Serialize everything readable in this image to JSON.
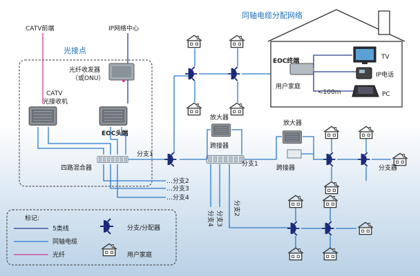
{
  "diagram": {
    "title": "同轴电缆分配网络",
    "labels": {
      "catv_head": "CATV前端",
      "ip_center": "IP网络中心",
      "optical_node": "光接点",
      "fiber_transceiver": "光纤收发器",
      "or_onu": "（或ONU）",
      "catv": "CATV",
      "optical_receiver": "光接收机",
      "eoc_head": "EOC头端",
      "mixer": "四路混合器",
      "amp1": "放大器",
      "amp2": "放大器",
      "bridger1": "跨接器",
      "bridger2": "跨接器",
      "eoc_terminal": "EOC终端",
      "user_home": "用户家庭",
      "tv": "TV",
      "ip_phone": "IP电话",
      "pc": "PC",
      "distance": "<100m",
      "branch1_left": "分支1",
      "branch1_mid": "分支1",
      "branch2": "…分支2",
      "branch3": "…分支3",
      "branch4": "…分支4",
      "vbranch2": "分支2",
      "vbranch3": "分支3",
      "vbranch4": "分支4",
      "branch_right": "分支器"
    },
    "legend": {
      "title": "标记:",
      "items": [
        {
          "label": "5类线",
          "color": "#2a3c8f"
        },
        {
          "label": "同轴电缆",
          "color": "#2b78c6"
        },
        {
          "label": "光纤",
          "color": "#d23a9a"
        }
      ],
      "splitter": "分支/分配器",
      "home": "用户家庭"
    }
  },
  "colors": {
    "coax": "#2b78c6",
    "cat5": "#2a3c8f",
    "fiber": "#d23a9a",
    "splitter": "#1b2a7a",
    "title": "#1f6fb8"
  }
}
